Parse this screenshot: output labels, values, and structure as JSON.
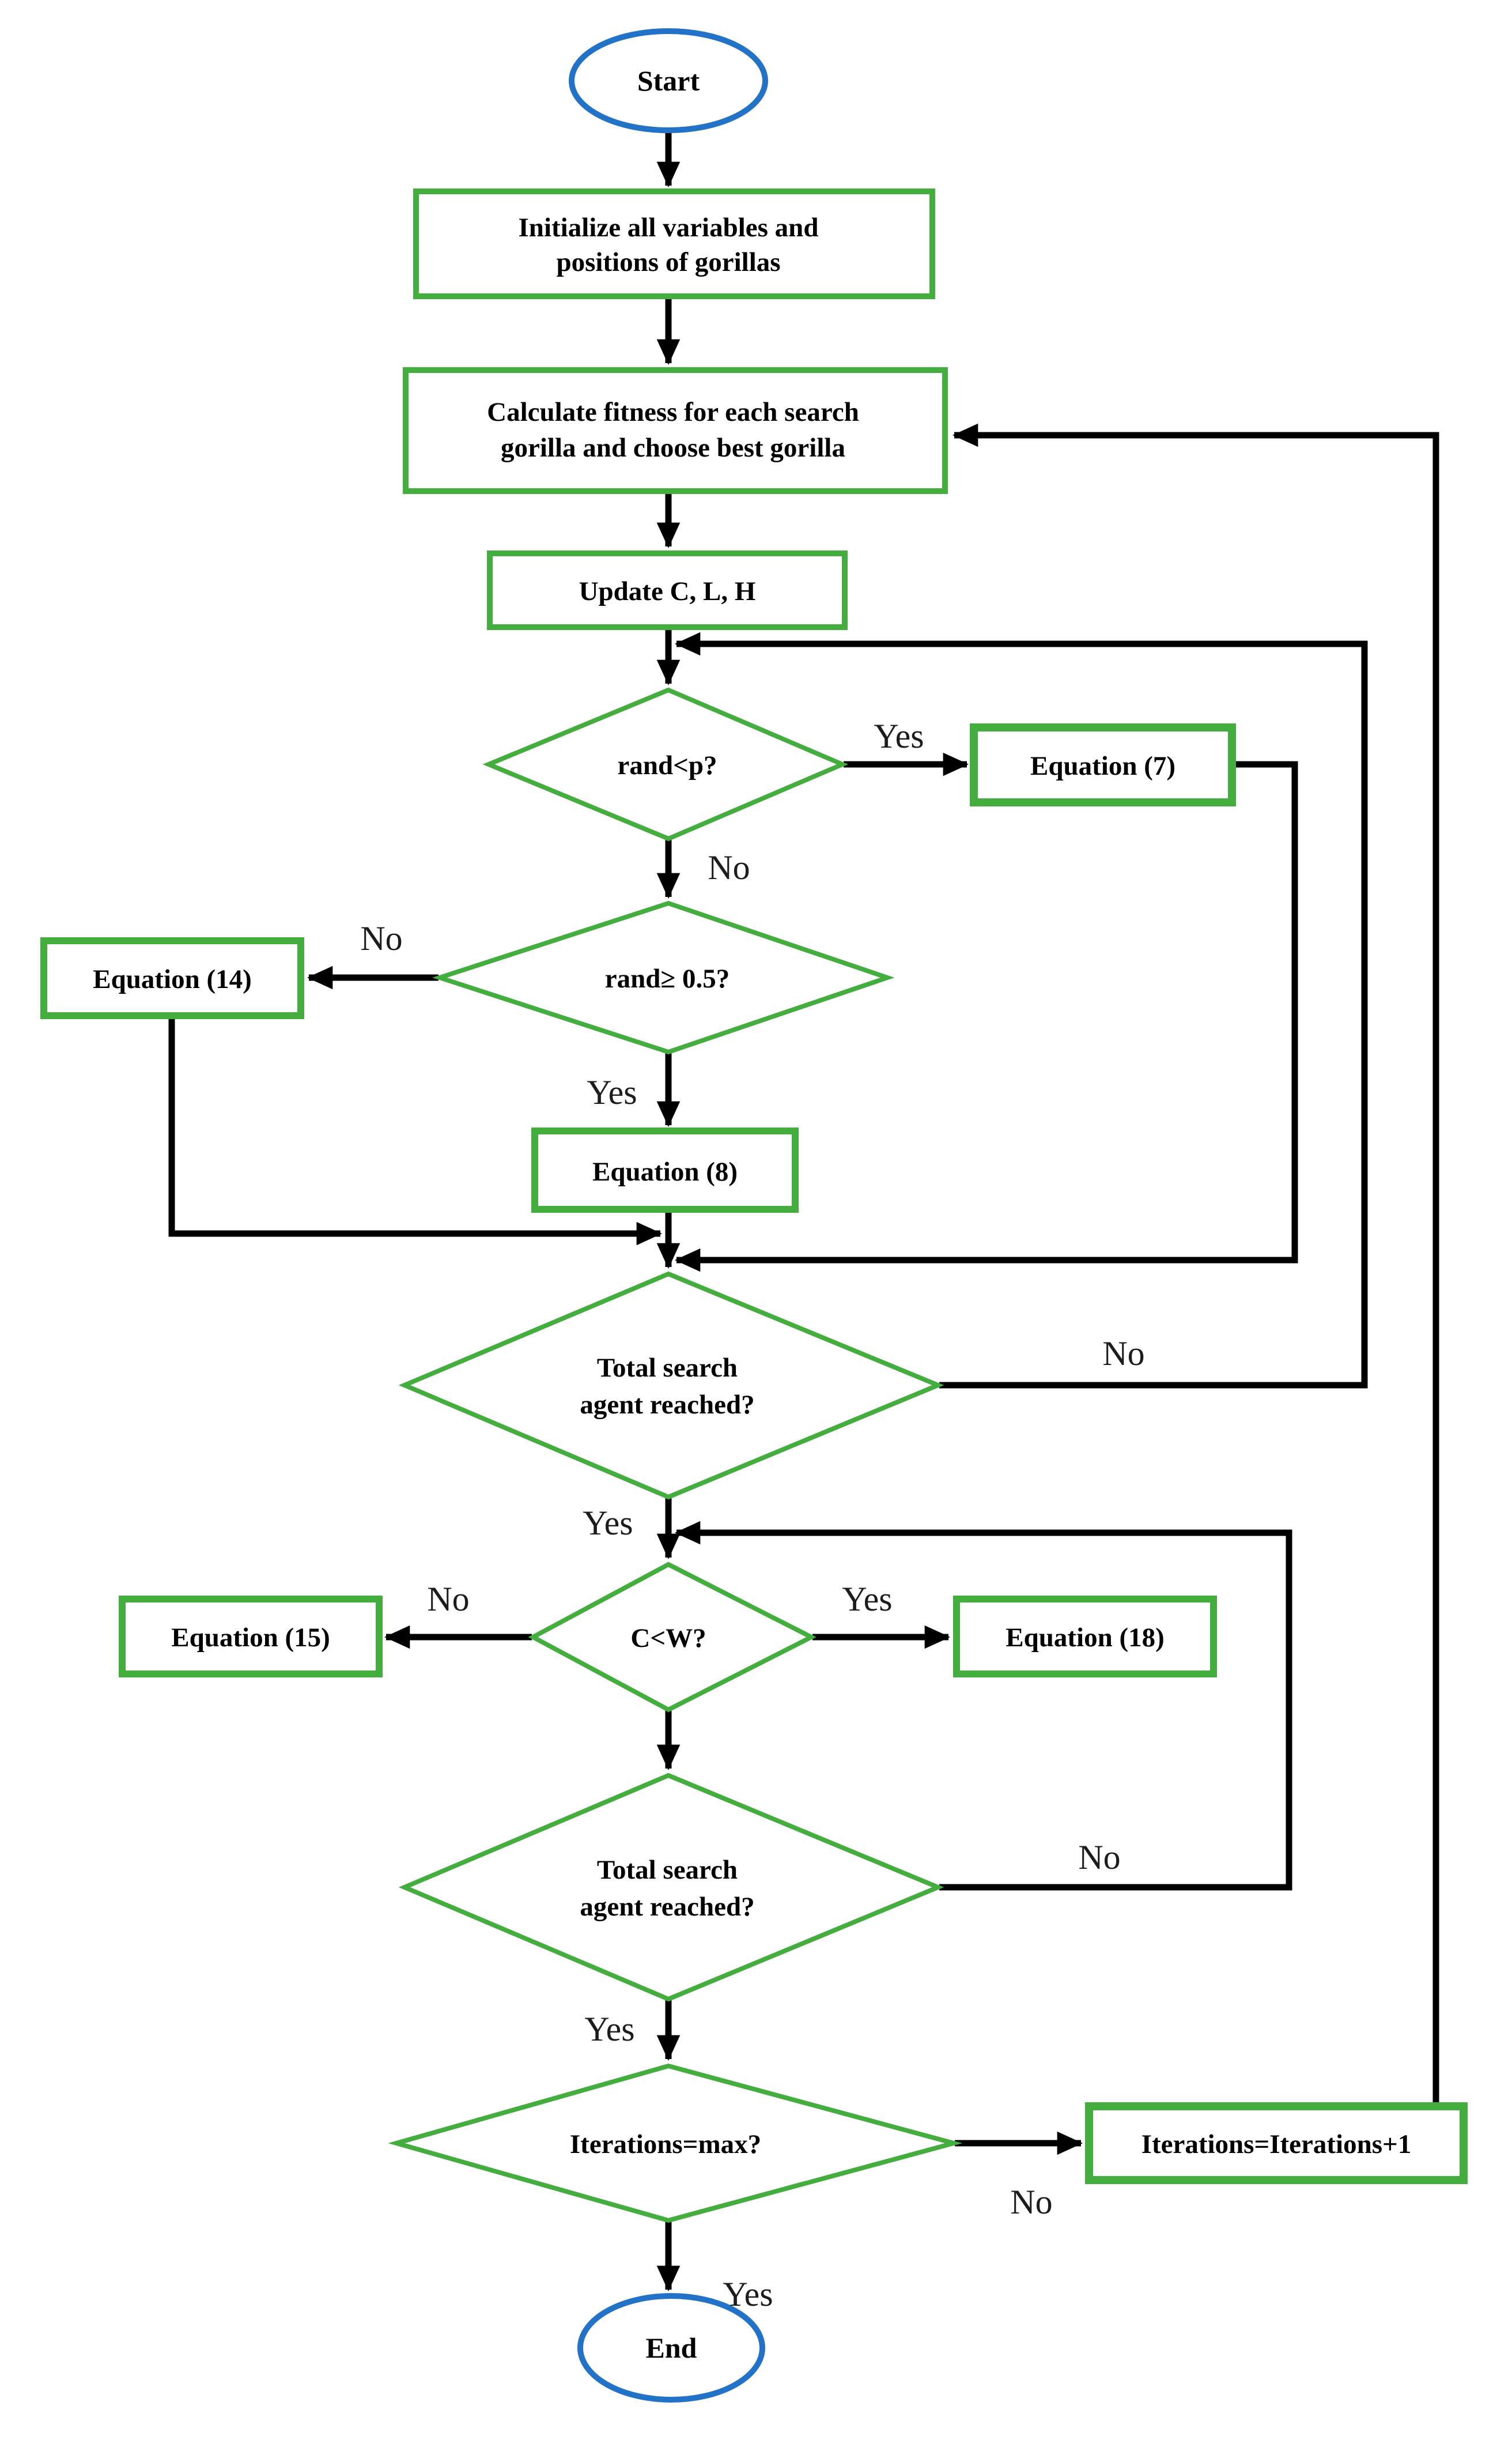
{
  "colors": {
    "green": "#43ad3e",
    "blue": "#2272c8",
    "line": "#000000"
  },
  "nodes": {
    "start": {
      "label": "Start"
    },
    "init": {
      "lines": [
        "Initialize all variables and",
        "positions of gorillas"
      ]
    },
    "calc": {
      "lines": [
        "Calculate fitness for each search",
        "gorilla and choose best gorilla"
      ]
    },
    "update": {
      "label": "Update C, L, H"
    },
    "rand_p": {
      "label": "rand<p?"
    },
    "eq7": {
      "label": "Equation (7)"
    },
    "rand_05": {
      "label": "rand≥ 0.5?"
    },
    "eq14": {
      "label": "Equation (14)"
    },
    "eq8": {
      "label": "Equation (8)"
    },
    "total1": {
      "lines": [
        "Total search",
        "agent reached?"
      ]
    },
    "cw": {
      "label": "C<W?"
    },
    "eq15": {
      "label": "Equation (15)"
    },
    "eq18": {
      "label": "Equation (18)"
    },
    "total2": {
      "lines": [
        "Total search",
        "agent reached?"
      ]
    },
    "iter": {
      "label": "Iterations=max?"
    },
    "iter_inc": {
      "label": "Iterations=Iterations+1"
    },
    "end": {
      "label": "End"
    }
  },
  "edge_labels": {
    "randp_yes": "Yes",
    "randp_no": "No",
    "rand05_no": "No",
    "rand05_yes": "Yes",
    "total1_no": "No",
    "total1_yes": "Yes",
    "cw_no": "No",
    "cw_yes": "Yes",
    "total2_no": "No",
    "total2_yes": "Yes",
    "iter_no": "No",
    "iter_yes": "Yes"
  }
}
